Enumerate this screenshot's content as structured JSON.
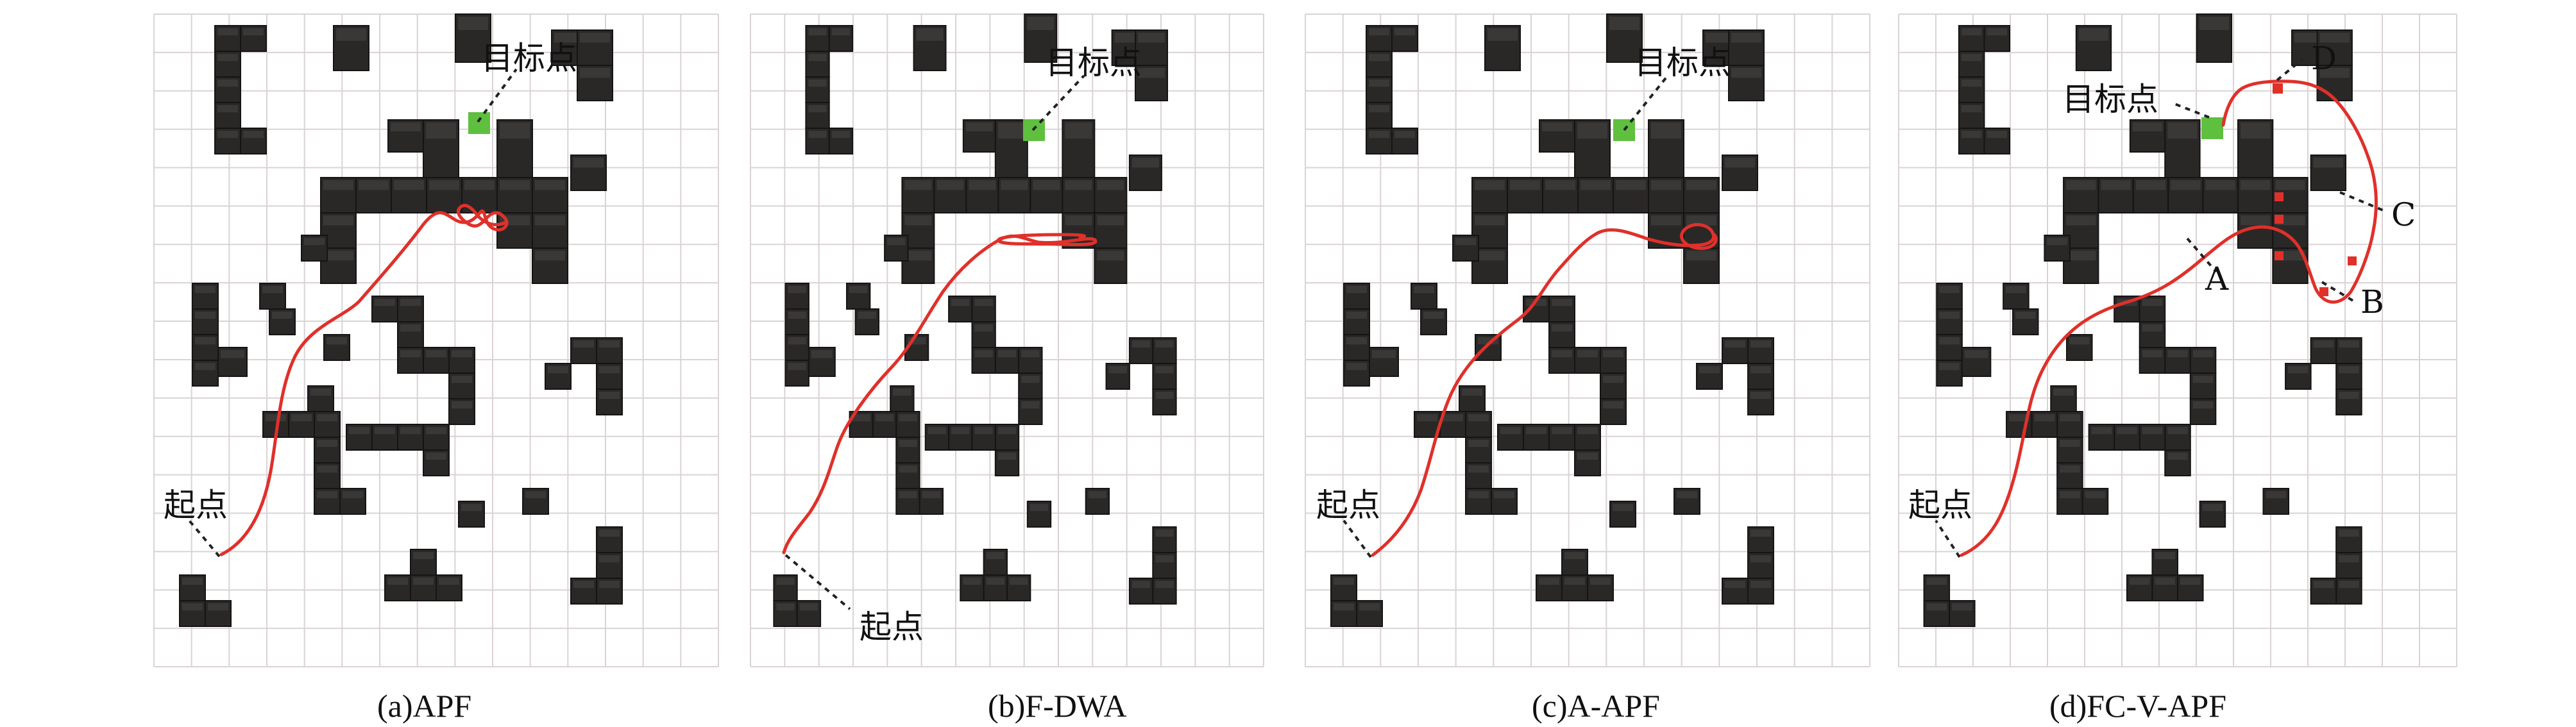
{
  "figure": {
    "panels": [
      {
        "id": "a",
        "caption": "(a)APF",
        "start_label": "起点",
        "goal_label": "目标点",
        "point_labels": []
      },
      {
        "id": "b",
        "caption": "(b)F-DWA",
        "start_label": "起点",
        "goal_label": "目标点",
        "point_labels": []
      },
      {
        "id": "c",
        "caption": "(c)A-APF",
        "start_label": "起点",
        "goal_label": "目标点",
        "point_labels": []
      },
      {
        "id": "d",
        "caption": "(d)FC-V-APF",
        "start_label": "起点",
        "goal_label": "目标点",
        "point_labels": [
          "A",
          "B",
          "C",
          "D"
        ]
      }
    ],
    "colors": {
      "path": "#e0302a",
      "goal": "#5fbf3f",
      "obstacle": "#2a2827",
      "grid": "#d9d3d6"
    }
  }
}
